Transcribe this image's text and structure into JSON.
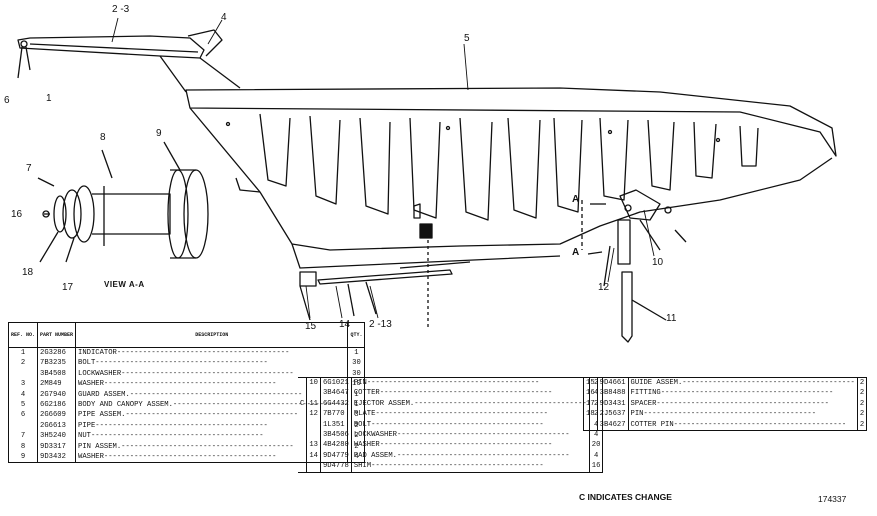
{
  "callouts": {
    "c2_3": "2 -3",
    "c4": "4",
    "c5": "5",
    "c6": "6",
    "c1": "1",
    "c7": "7",
    "c8": "8",
    "c9": "9",
    "c16": "16",
    "c18": "18",
    "c17": "17",
    "cA_top": "A",
    "cA_bot": "A",
    "c10": "10",
    "c12": "12",
    "c11": "11",
    "c15": "15",
    "c14": "14",
    "c2_13": "2 -13"
  },
  "view_label": "VIEW A-A",
  "table1": {
    "headers": [
      "REF. NO.",
      "PART NUMBER",
      "DESCRIPTION",
      "QTY."
    ],
    "rows": [
      {
        "ref": "1",
        "part": "2G3286",
        "desc": "INDICATOR",
        "qty": "1"
      },
      {
        "ref": "2",
        "part": "7B3235",
        "desc": "BOLT",
        "qty": "30"
      },
      {
        "ref": "",
        "part": "3B4508",
        "desc": "LOCKWASHER",
        "qty": "30"
      },
      {
        "ref": "3",
        "part": "2M849",
        "desc": "WASHER",
        "qty": "10"
      },
      {
        "ref": "4",
        "part": "2G7940",
        "desc": "GUARD ASSEM.",
        "qty": "1"
      },
      {
        "ref": "5",
        "part": "6G2186",
        "desc": "BODY AND CANOPY ASSEM.",
        "qty": "1"
      },
      {
        "ref": "6",
        "part": "2G6609",
        "desc": "PIPE ASSEM.",
        "qty": "3"
      },
      {
        "ref": "",
        "part": "2G6613",
        "desc": "PIPE",
        "qty": "2"
      },
      {
        "ref": "7",
        "part": "3H5240",
        "desc": "NUT",
        "qty": "2"
      },
      {
        "ref": "8",
        "part": "9D3317",
        "desc": "PIN ASSEM.",
        "qty": "2"
      },
      {
        "ref": "9",
        "part": "9D3432",
        "desc": "WASHER",
        "qty": "4"
      }
    ]
  },
  "table2": {
    "rows": [
      {
        "c": "",
        "ref": "10",
        "part": "6G1021",
        "desc": "PIN",
        "qty": "2"
      },
      {
        "c": "",
        "ref": "",
        "part": "3B4647",
        "desc": "COTTER",
        "qty": "4"
      },
      {
        "c": "C",
        "ref": "11",
        "part": "6G4432",
        "desc": "EJECTOR ASSEM.",
        "qty": "2"
      },
      {
        "c": "",
        "ref": "12",
        "part": "7B770",
        "desc": "PLATE",
        "qty": "2"
      },
      {
        "c": "",
        "ref": "",
        "part": "1L351",
        "desc": "BOLT",
        "qty": "4"
      },
      {
        "c": "",
        "ref": "",
        "part": "3B4506",
        "desc": "LOCKWASHER",
        "qty": "4"
      },
      {
        "c": "",
        "ref": "13",
        "part": "4B4280",
        "desc": "WASHER",
        "qty": "20"
      },
      {
        "c": "",
        "ref": "14",
        "part": "9D4779",
        "desc": "PAD ASSEM.",
        "qty": "4"
      },
      {
        "c": "",
        "ref": "",
        "part": "9D4778",
        "desc": "SHIM",
        "qty": "16"
      }
    ]
  },
  "table3": {
    "rows": [
      {
        "ref": "15",
        "part": "9D4661",
        "desc": "GUIDE ASSEM.",
        "qty": "2"
      },
      {
        "ref": "16",
        "part": "3B8488",
        "desc": "FITTING",
        "qty": "2"
      },
      {
        "ref": "17",
        "part": "9D3431",
        "desc": "SPACER",
        "qty": "2"
      },
      {
        "ref": "18",
        "part": "2J5637",
        "desc": "PIN",
        "qty": "2"
      },
      {
        "ref": "",
        "part": "3B4627",
        "desc": "COTTER PIN",
        "qty": "2"
      }
    ]
  },
  "note": "C INDICATES CHANGE",
  "figure_number": "174337"
}
